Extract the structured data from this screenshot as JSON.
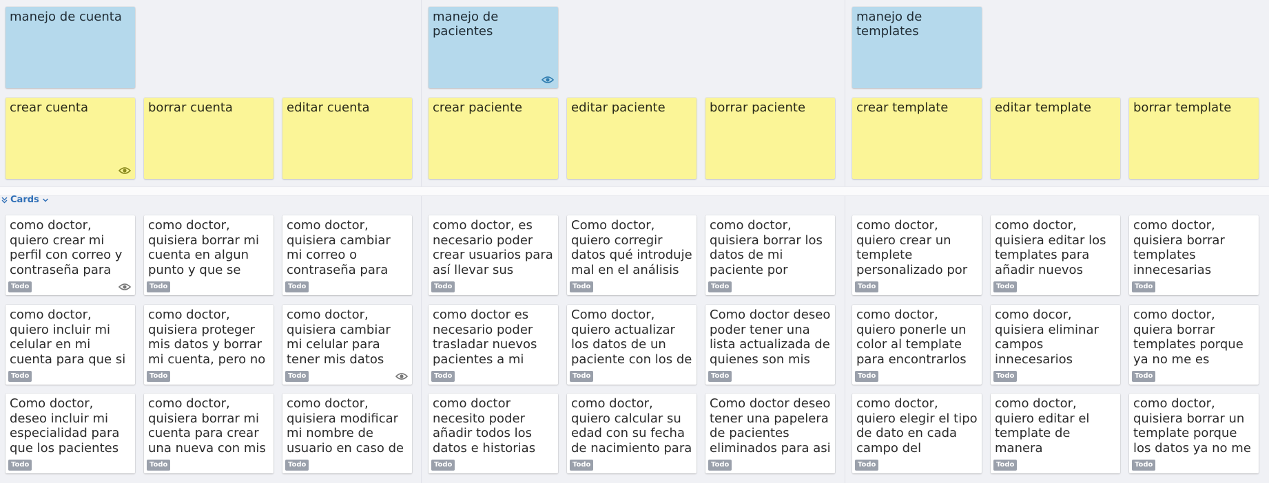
{
  "columns": [
    {
      "epic": {
        "title": "manejo de cuenta",
        "watched": false
      },
      "features": [
        {
          "title": "crear cuenta",
          "watched": true,
          "stories": [
            {
              "text": "como doctor, quiero crear mi perfil con correo y contraseña para poder ingresar a",
              "status": "Todo",
              "watched": true
            },
            {
              "text": "como doctor, quiero incluir mi celular en mi cuenta para que si olvido mi contraseña",
              "status": "Todo",
              "watched": false
            },
            {
              "text": "Como doctor, deseo incluir mi especialidad para que los pacientes esten",
              "status": "Todo",
              "watched": false
            }
          ]
        },
        {
          "title": "borrar cuenta",
          "watched": false,
          "stories": [
            {
              "text": "como doctor, quisiera borrar mi cuenta en algun punto y que se pierda mi información",
              "status": "Todo",
              "watched": false
            },
            {
              "text": "como doctor, quisiera proteger mis datos y borrar mi cuenta, pero no los",
              "status": "Todo",
              "watched": false
            },
            {
              "text": "como doctor, quisiera borrar mi cuenta para crear una nueva con mis mismos datos",
              "status": "Todo",
              "watched": false
            }
          ]
        },
        {
          "title": "editar cuenta",
          "watched": false,
          "stories": [
            {
              "text": "como doctor, quisiera cambiar mi correo o contraseña para poder actualizar mi",
              "status": "Todo",
              "watched": false
            },
            {
              "text": "como doctor, quisiera cambiar mi celular para tener mis datos actualizados",
              "status": "Todo",
              "watched": true
            },
            {
              "text": "como doctor, quisiera modificar mi nombre de usuario en caso de equivocarme.",
              "status": "Todo",
              "watched": false
            }
          ]
        }
      ]
    },
    {
      "epic": {
        "title": "manejo de pacientes",
        "watched": true
      },
      "features": [
        {
          "title": "crear paciente",
          "watched": false,
          "stories": [
            {
              "text": "como doctor, es necesario poder crear usuarios para así llevar sus expedientes",
              "status": "Todo",
              "watched": false
            },
            {
              "text": "como doctor es necesario poder trasladar nuevos pacientes a mi cuenta",
              "status": "Todo",
              "watched": false
            },
            {
              "text": "como doctor necesito poder añadir todos los datos e historias clinicas",
              "status": "Todo",
              "watched": false
            }
          ]
        },
        {
          "title": "editar paciente",
          "watched": false,
          "stories": [
            {
              "text": "Como doctor, quiero corregir datos qué introduje mal en el análisis de uno de mis",
              "status": "Todo",
              "watched": false
            },
            {
              "text": "Como doctor, quiero actualizar los datos de un paciente con los de su último",
              "status": "Todo",
              "watched": false
            },
            {
              "text": "como doctor, quiero calcular su edad con su fecha de nacimiento para",
              "status": "Todo",
              "watched": false
            }
          ]
        },
        {
          "title": "borrar paciente",
          "watched": false,
          "stories": [
            {
              "text": "como doctor, quisiera borrar los datos de mi paciente por seguridad de sus",
              "status": "Todo",
              "watched": false
            },
            {
              "text": "Como doctor deseo poder tener una lista actualizada de quienes son mis",
              "status": "Todo",
              "watched": false
            },
            {
              "text": "Como doctor deseo tener una papelera de pacientes eliminados para asi poder",
              "status": "Todo",
              "watched": false
            }
          ]
        }
      ]
    },
    {
      "epic": {
        "title": "manejo de templates",
        "watched": false
      },
      "features": [
        {
          "title": "crear template",
          "watched": false,
          "stories": [
            {
              "text": "como doctor, quiero crear un templete personalizado por paciente para",
              "status": "Todo",
              "watched": false
            },
            {
              "text": "como doctor, quiero ponerle un color al template para encontrarlos más",
              "status": "Todo",
              "watched": false
            },
            {
              "text": "como doctor, quiero elegir el tipo de dato en cada campo del template para que me",
              "status": "Todo",
              "watched": false
            }
          ]
        },
        {
          "title": "editar template",
          "watched": false,
          "stories": [
            {
              "text": "como doctor, quisiera editar los templates para añadir nuevos campos importantes",
              "status": "Todo",
              "watched": false
            },
            {
              "text": "como docor, quisiera eliminar campos innecesarios dentro de la historia clinica",
              "status": "Todo",
              "watched": false
            },
            {
              "text": "como doctor, quiero editar el template de manera personalizada de acuerdo a mi",
              "status": "Todo",
              "watched": false
            }
          ]
        },
        {
          "title": "borrar template",
          "watched": false,
          "stories": [
            {
              "text": "como doctor, quisiera borrar templates innecesarias dentro de mis necesidades",
              "status": "Todo",
              "watched": false
            },
            {
              "text": "como doctor, quiera borrar templates porque ya no me es necesario",
              "status": "Todo",
              "watched": false
            },
            {
              "text": "como doctor, quisiera borrar un template porque los datos ya no me son",
              "status": "Todo",
              "watched": false
            }
          ]
        }
      ]
    }
  ],
  "swimlane": {
    "label": "Cards",
    "icons": [
      "collapse-double-chevron-icon",
      "chevron-down-icon"
    ]
  },
  "colors": {
    "epic": "#b5d9ec",
    "feature": "#fbf597",
    "story": "#ffffff",
    "badge": "#9aa0ab",
    "accent": "#2f6fb7"
  }
}
